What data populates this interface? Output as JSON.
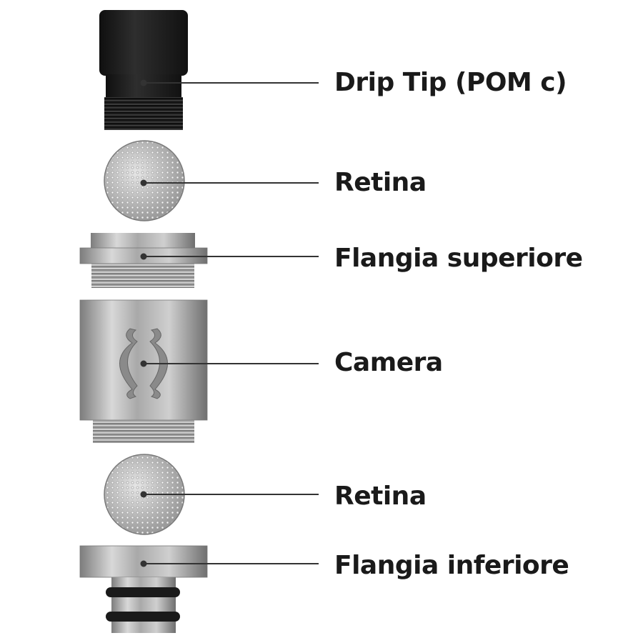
{
  "parts": [
    {
      "id": "drip-tip",
      "label": "Drip Tip (POM c)"
    },
    {
      "id": "retina-top",
      "label": "Retina"
    },
    {
      "id": "flangia-superiore",
      "label": "Flangia superiore"
    },
    {
      "id": "camera",
      "label": "Camera"
    },
    {
      "id": "retina-bottom",
      "label": "Retina"
    },
    {
      "id": "flangia-inferiore",
      "label": "Flangia inferiore"
    }
  ],
  "colors": {
    "metal_light": "#d4d4d4",
    "metal_dark": "#8c8c8c",
    "pom_black": "#1c1c1c",
    "leader_line": "#333333",
    "text": "#1a1a1a"
  }
}
